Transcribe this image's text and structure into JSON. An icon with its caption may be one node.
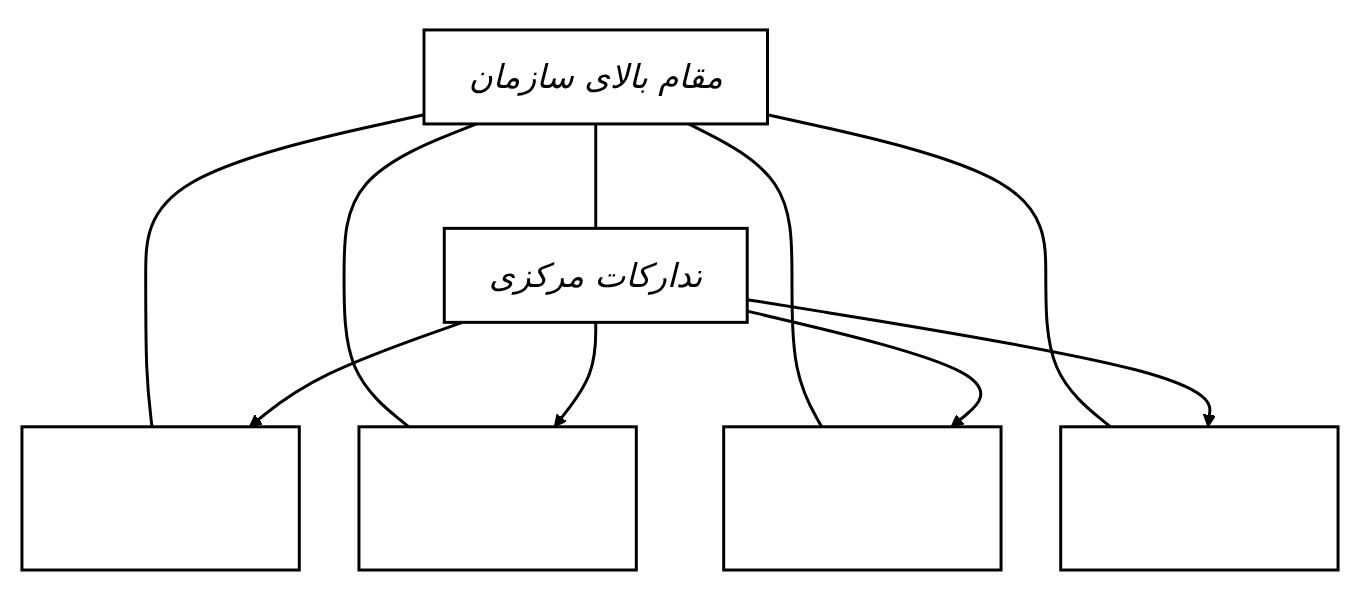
{
  "diagram": {
    "nodes": [
      {
        "text": [
          "مقام بالای سازمان"
        ]
      },
      {
        "text": [
          "تدارکات مرکزی"
        ]
      },
      {
        "text": [],
        "shape": "box"
      },
      {
        "text": [],
        "shape": "box"
      },
      {
        "text": [],
        "shape": "box"
      },
      {
        "text": [],
        "shape": "box"
      }
    ],
    "edges": [
      {
        "from": 0,
        "to": 1,
        "arrow": "none"
      },
      {
        "from": 0,
        "to": 2,
        "arrow": "none"
      },
      {
        "from": 0,
        "to": 3,
        "arrow": "none"
      },
      {
        "from": 0,
        "to": 4,
        "arrow": "none"
      },
      {
        "from": 0,
        "to": 5,
        "arrow": "none"
      },
      {
        "from": 1,
        "to": 2,
        "arrow": "to"
      },
      {
        "from": 1,
        "to": 3,
        "arrow": "to"
      },
      {
        "from": 1,
        "to": 4,
        "arrow": "to"
      },
      {
        "from": 1,
        "to": 5,
        "arrow": "to"
      }
    ]
  }
}
